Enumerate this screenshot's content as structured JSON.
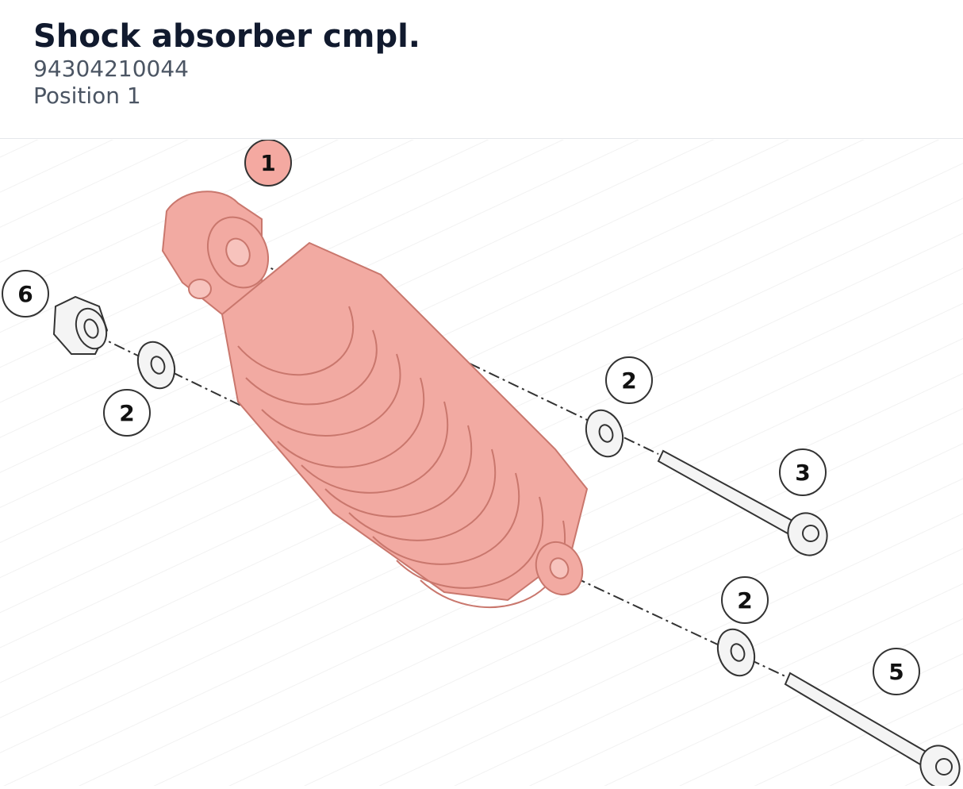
{
  "part": {
    "title": "Shock absorber cmpl.",
    "number": "94304210044",
    "position_label": "Position 1"
  },
  "diagram": {
    "callouts": [
      {
        "id": "callout-1",
        "label": "1",
        "highlighted": true
      },
      {
        "id": "callout-2a",
        "label": "2"
      },
      {
        "id": "callout-2b",
        "label": "2"
      },
      {
        "id": "callout-2c",
        "label": "2"
      },
      {
        "id": "callout-3",
        "label": "3"
      },
      {
        "id": "callout-5",
        "label": "5"
      },
      {
        "id": "callout-6",
        "label": "6"
      }
    ]
  },
  "colors": {
    "highlight": "#f1a8a0",
    "highlight_stroke": "#d9766b",
    "line": "#333333",
    "title": "#111a2e",
    "subtitle": "#4b5563"
  }
}
